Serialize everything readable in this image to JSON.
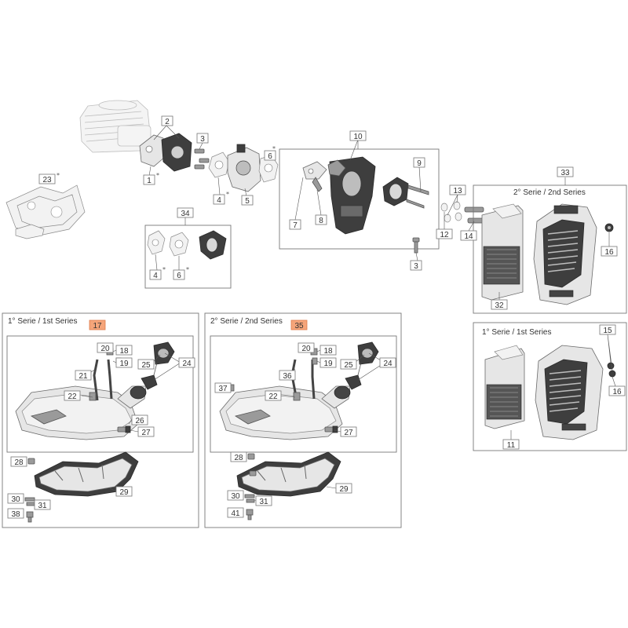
{
  "series": {
    "first_series": "1° Serie / 1st Series",
    "second_series": "2° Serie / 2nd Series"
  },
  "callouts": {
    "c1": "1",
    "c2": "2",
    "c3a": "3",
    "c3b": "3",
    "c4a": "4",
    "c4b": "4",
    "c5": "5",
    "c6a": "6",
    "c6b": "6",
    "c7": "7",
    "c8": "8",
    "c9": "9",
    "c10": "10",
    "c11": "11",
    "c12": "12",
    "c13": "13",
    "c14": "14",
    "c15": "15",
    "c16a": "16",
    "c16b": "16",
    "c17": "17",
    "c18a": "18",
    "c19a": "19",
    "c20a": "20",
    "c21": "21",
    "c22a": "22",
    "c24a": "24",
    "c25a": "25",
    "c26": "26",
    "c27a": "27",
    "c28a": "28",
    "c29a": "29",
    "c30a": "30",
    "c31a": "31",
    "c23": "23",
    "c32": "32",
    "c33": "33",
    "c34": "34",
    "c35": "35",
    "c18b": "18",
    "c19b": "19",
    "c20b": "20",
    "c22b": "22",
    "c24b": "24",
    "c25b": "25",
    "c27b": "27",
    "c28b": "28",
    "c29b": "29",
    "c30b": "30",
    "c31b": "31",
    "c36": "36",
    "c37": "37",
    "c38": "38",
    "c41": "41"
  },
  "marks": {
    "asterisk": "*"
  },
  "colors": {
    "highlight": "#f5a57a",
    "line": "#777777"
  }
}
